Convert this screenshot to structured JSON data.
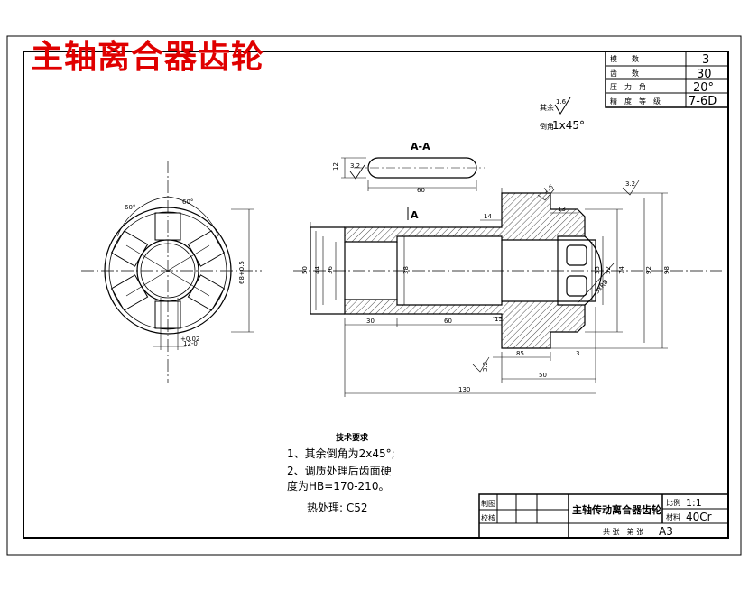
{
  "drawing_title": "主轴离合器齿轮",
  "params": [
    {
      "label": "模　　数",
      "value": "3"
    },
    {
      "label": "齿　　数",
      "value": "30"
    },
    {
      "label": "压　力　角",
      "value": "20°"
    },
    {
      "label": "精　度　等　级",
      "value": "7-6D"
    }
  ],
  "top_notes": {
    "roughness_label": "其余",
    "roughness": "1.6",
    "chamfer_label": "倒角",
    "chamfer": "1x45°"
  },
  "section_label": "A-A",
  "cut_label": "A",
  "dims": {
    "d12": "12",
    "d60a": "60",
    "d14": "14",
    "d13": "13",
    "d30": "30",
    "d60b": "60",
    "d15": "15",
    "d85": "85",
    "d3": "3",
    "d50": "50",
    "d130": "130",
    "v50": "50",
    "v44": "44",
    "v36": "36",
    "v38": "38",
    "v35": "35",
    "v52": "52",
    "v74": "74",
    "v92": "92",
    "v98": "98",
    "v68": "68+0.5",
    "slot_w": "12-0",
    "slot_tol": "+0.02",
    "ang1": "60°",
    "ang2": "60°",
    "chamfer_r": "3xR8",
    "r16": "1.6",
    "r32a": "3.2",
    "r32b": "3.2",
    "r32c": "3.2"
  },
  "tech_req": {
    "title": "技术要求",
    "line1": "1、其余倒角为2x45°;",
    "line2": "2、调质处理后齿面硬",
    "line3": "度为HB=170-210。",
    "line4": "热处理: C52"
  },
  "title_block": {
    "drawn": "制图",
    "checked": "校核",
    "name": "主轴传动离合器齿轮",
    "scale_label": "比例",
    "scale": "1:1",
    "material_label": "材料",
    "material": "40Cr",
    "sheet_label": "共 张　第 张",
    "size": "A3"
  }
}
